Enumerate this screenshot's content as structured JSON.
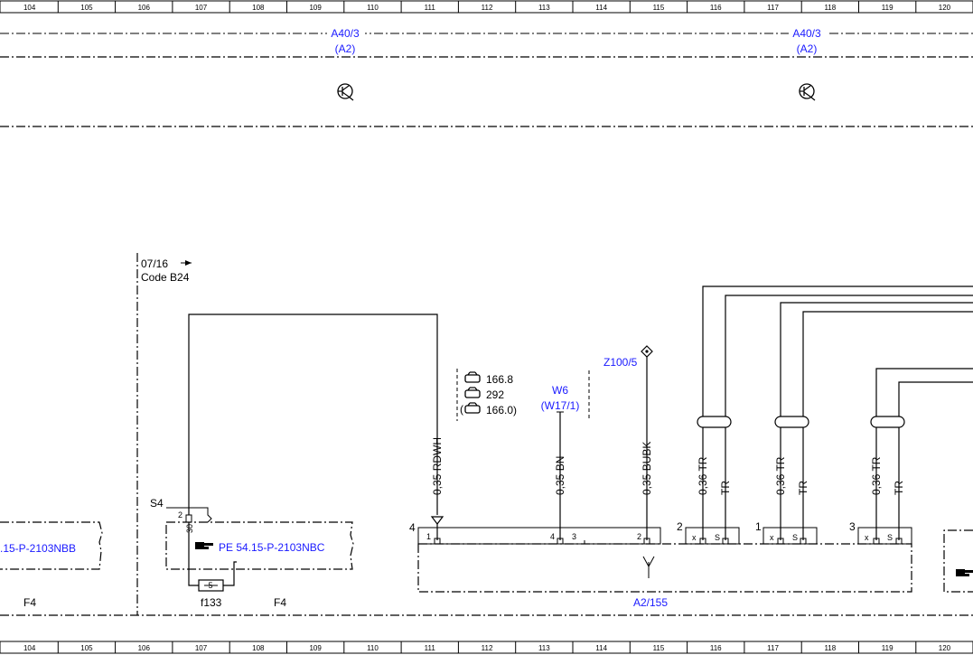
{
  "ruler_columns": [
    "104",
    "105",
    "106",
    "107",
    "108",
    "109",
    "110",
    "111",
    "112",
    "113",
    "114",
    "115",
    "116",
    "117",
    "118",
    "119",
    "120"
  ],
  "modules": {
    "a40_left": {
      "name": "A40/3",
      "sub": "(A2)"
    },
    "a40_right": {
      "name": "A40/3",
      "sub": "(A2)"
    }
  },
  "code_region": {
    "date": "07/16",
    "code": "Code B24"
  },
  "fuse": {
    "s4": "S4",
    "pin2": "2",
    "pin30": "30",
    "fuse_no": "5",
    "fuse_label": "f133"
  },
  "pe_left": {
    "ref": ".15-P-2103NBB",
    "f_label": "F4"
  },
  "pe_right": {
    "ref": "PE 54.15-P-2103NBC",
    "f_label": "F4"
  },
  "vehicle_codes": [
    "166.8",
    "292",
    "166.0)"
  ],
  "ground": {
    "name": "W6",
    "sub": "(W17/1)"
  },
  "splice": {
    "name": "Z100/5"
  },
  "wires": {
    "rdwh": "0,35 RDWH",
    "bn": "0,35 BN",
    "bubk": "0,35 BUBK",
    "tr1": "0,36 TR",
    "tr1b": "TR",
    "tr2": "0,36 TR",
    "tr2b": "TR",
    "tr3": "0,36 TR",
    "tr3b": "TR"
  },
  "connector": {
    "name": "A2/155",
    "pin4": "4",
    "pin1": "1",
    "pin4b": "4",
    "pin3": "3",
    "pin2": "2",
    "grp2": "2",
    "grp1": "1",
    "grp3": "3",
    "x": "x",
    "s": "S"
  }
}
